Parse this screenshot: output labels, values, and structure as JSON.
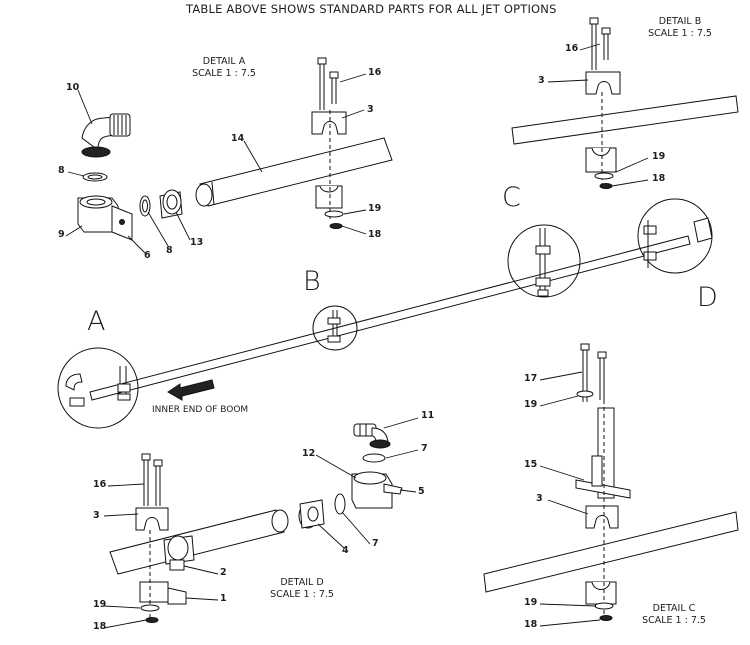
{
  "header": {
    "title": "TABLE ABOVE SHOWS STANDARD PARTS FOR ALL JET OPTIONS"
  },
  "details": {
    "a": {
      "name": "DETAIL A",
      "scale": "SCALE 1 : 7.5"
    },
    "b": {
      "name": "DETAIL B",
      "scale": "SCALE 1 : 7.5"
    },
    "c": {
      "name": "DETAIL C",
      "scale": "SCALE 1 : 7.5"
    },
    "d": {
      "name": "DETAIL D",
      "scale": "SCALE 1 : 7.5"
    }
  },
  "callouts": {
    "a": "A",
    "b": "B",
    "c": "C",
    "d": "D"
  },
  "boom_note": "INNER END OF BOOM",
  "parts": {
    "p1": "1",
    "p2": "2",
    "p3": "3",
    "p4": "4",
    "p5": "5",
    "p6": "6",
    "p7": "7",
    "p8": "8",
    "p9": "9",
    "p10": "10",
    "p11": "11",
    "p12": "12",
    "p13": "13",
    "p14": "14",
    "p15": "15",
    "p16": "16",
    "p17": "17",
    "p18": "18",
    "p19": "19"
  }
}
